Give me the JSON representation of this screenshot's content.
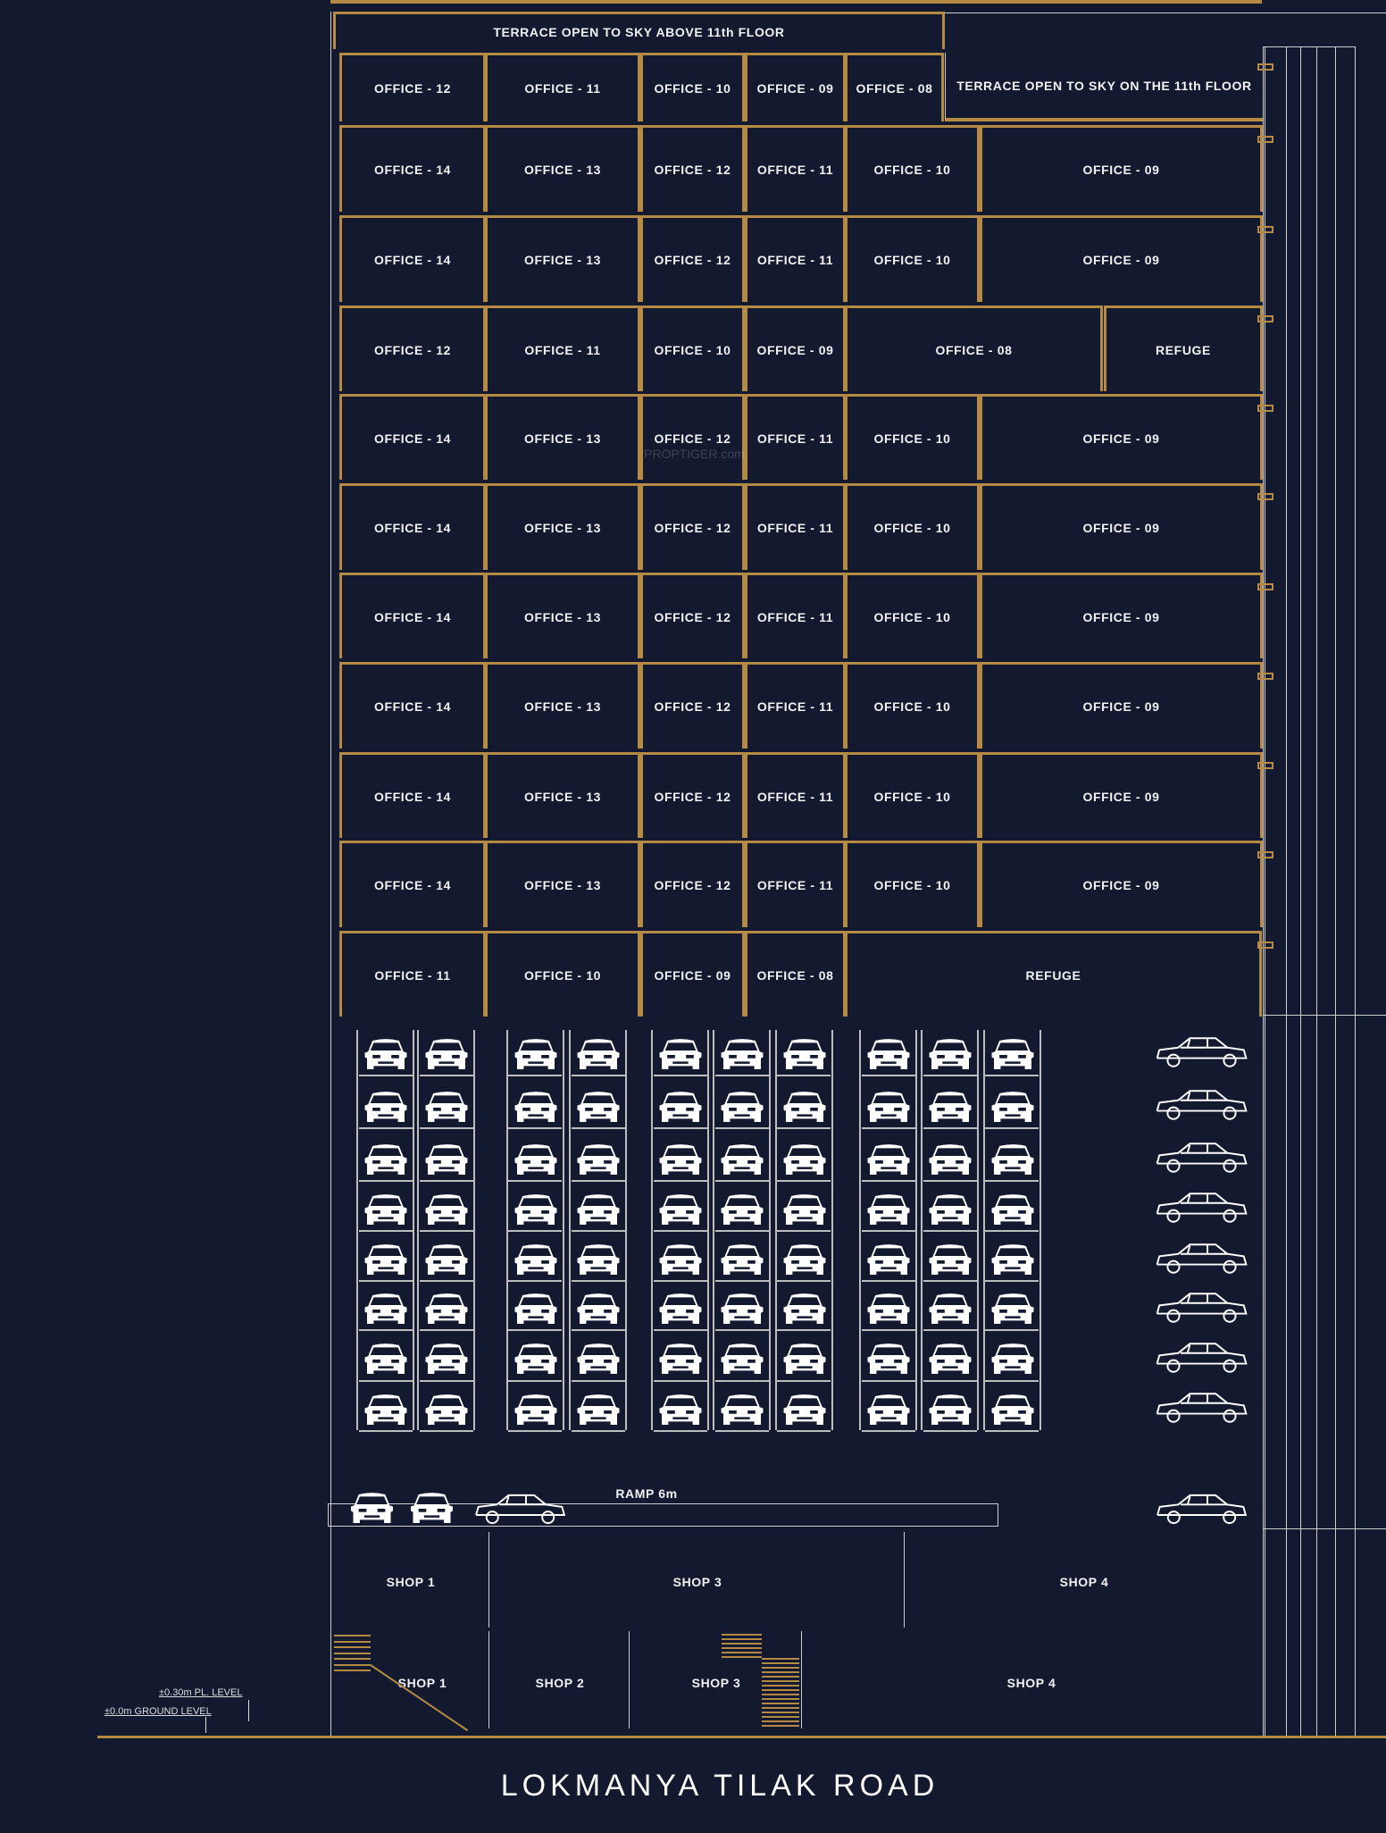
{
  "terrace_top": "TERRACE OPEN TO SKY ABOVE 11th FLOOR",
  "floors": [
    {
      "labels": [
        "OFFICE - 12",
        "OFFICE - 11",
        "OFFICE - 10",
        "OFFICE - 09",
        "OFFICE - 08",
        "TERRACE OPEN TO SKY ON THE 11th FLOOR"
      ]
    },
    {
      "labels": [
        "OFFICE - 14",
        "OFFICE - 13",
        "OFFICE - 12",
        "OFFICE - 11",
        "OFFICE - 10",
        "OFFICE - 09"
      ]
    },
    {
      "labels": [
        "OFFICE - 14",
        "OFFICE - 13",
        "OFFICE - 12",
        "OFFICE - 11",
        "OFFICE - 10",
        "OFFICE - 09"
      ]
    },
    {
      "labels": [
        "OFFICE - 12",
        "OFFICE - 11",
        "OFFICE - 10",
        "OFFICE - 09",
        "OFFICE - 08",
        "REFUGE"
      ]
    },
    {
      "labels": [
        "OFFICE - 14",
        "OFFICE - 13",
        "OFFICE - 12",
        "OFFICE - 11",
        "OFFICE - 10",
        "OFFICE - 09"
      ]
    },
    {
      "labels": [
        "OFFICE - 14",
        "OFFICE - 13",
        "OFFICE - 12",
        "OFFICE - 11",
        "OFFICE - 10",
        "OFFICE - 09"
      ]
    },
    {
      "labels": [
        "OFFICE - 14",
        "OFFICE - 13",
        "OFFICE - 12",
        "OFFICE - 11",
        "OFFICE - 10",
        "OFFICE - 09"
      ]
    },
    {
      "labels": [
        "OFFICE - 14",
        "OFFICE - 13",
        "OFFICE - 12",
        "OFFICE - 11",
        "OFFICE - 10",
        "OFFICE - 09"
      ]
    },
    {
      "labels": [
        "OFFICE - 14",
        "OFFICE - 13",
        "OFFICE - 12",
        "OFFICE - 11",
        "OFFICE - 10",
        "OFFICE - 09"
      ]
    },
    {
      "labels": [
        "OFFICE - 14",
        "OFFICE - 13",
        "OFFICE - 12",
        "OFFICE - 11",
        "OFFICE - 10",
        "OFFICE - 09"
      ]
    },
    {
      "labels": [
        "OFFICE - 11",
        "OFFICE - 10",
        "OFFICE - 09",
        "OFFICE - 08",
        "REFUGE"
      ]
    }
  ],
  "ramp_label": "RAMP 6m",
  "shops_upper": [
    "SHOP 1",
    "SHOP 3",
    "SHOP 4"
  ],
  "shops_lower": [
    "SHOP 1",
    "SHOP 2",
    "SHOP 3",
    "SHOP 4"
  ],
  "levels": {
    "pl": "±0.30m  PL. LEVEL",
    "ground": "±0.0m GROUND LEVEL"
  },
  "road": "LOKMANYA TILAK  ROAD",
  "watermark": "PROPTIGER.com",
  "colors": {
    "background": "#131a30",
    "structure": "#b48a45",
    "lines": "#cfcfcf"
  }
}
